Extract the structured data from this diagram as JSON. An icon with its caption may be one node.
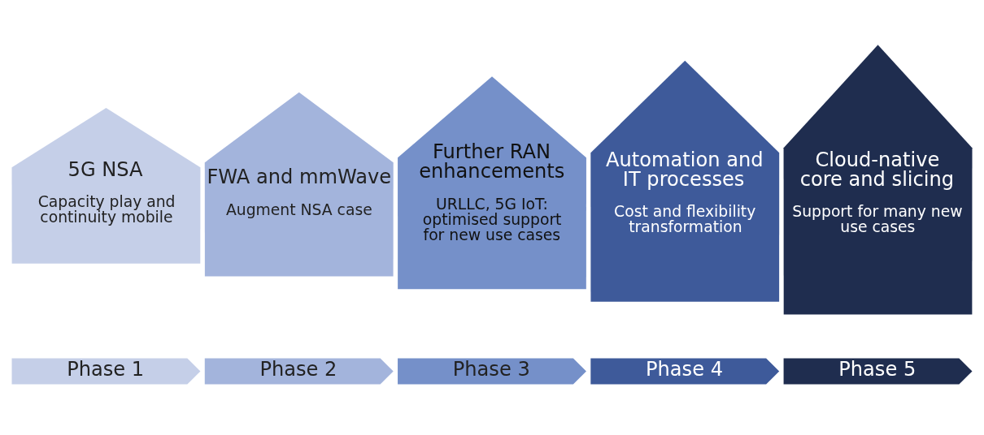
{
  "diagram": {
    "nodes": [
      {
        "text": [
          "5G NSA",
          "Capacity play and continuity mobile"
        ]
      },
      {
        "text": [
          "Phase 1"
        ]
      },
      {
        "text": [
          "FWA and mmWave",
          "Augment NSA case"
        ]
      },
      {
        "text": [
          "Phase 2"
        ]
      },
      {
        "text": [
          "Further RAN enhancements",
          "URLLC, 5G IoT: optimised support for new use cases"
        ]
      },
      {
        "text": [
          "Phase 3"
        ]
      },
      {
        "text": [
          "Automation and IT processes",
          "Cost and flexibility transformation"
        ]
      },
      {
        "text": [
          "Phase 4"
        ]
      },
      {
        "text": [
          "Cloud-native core and slicing",
          "Support for many new use cases"
        ]
      },
      {
        "text": [
          "Phase 5"
        ]
      }
    ]
  }
}
